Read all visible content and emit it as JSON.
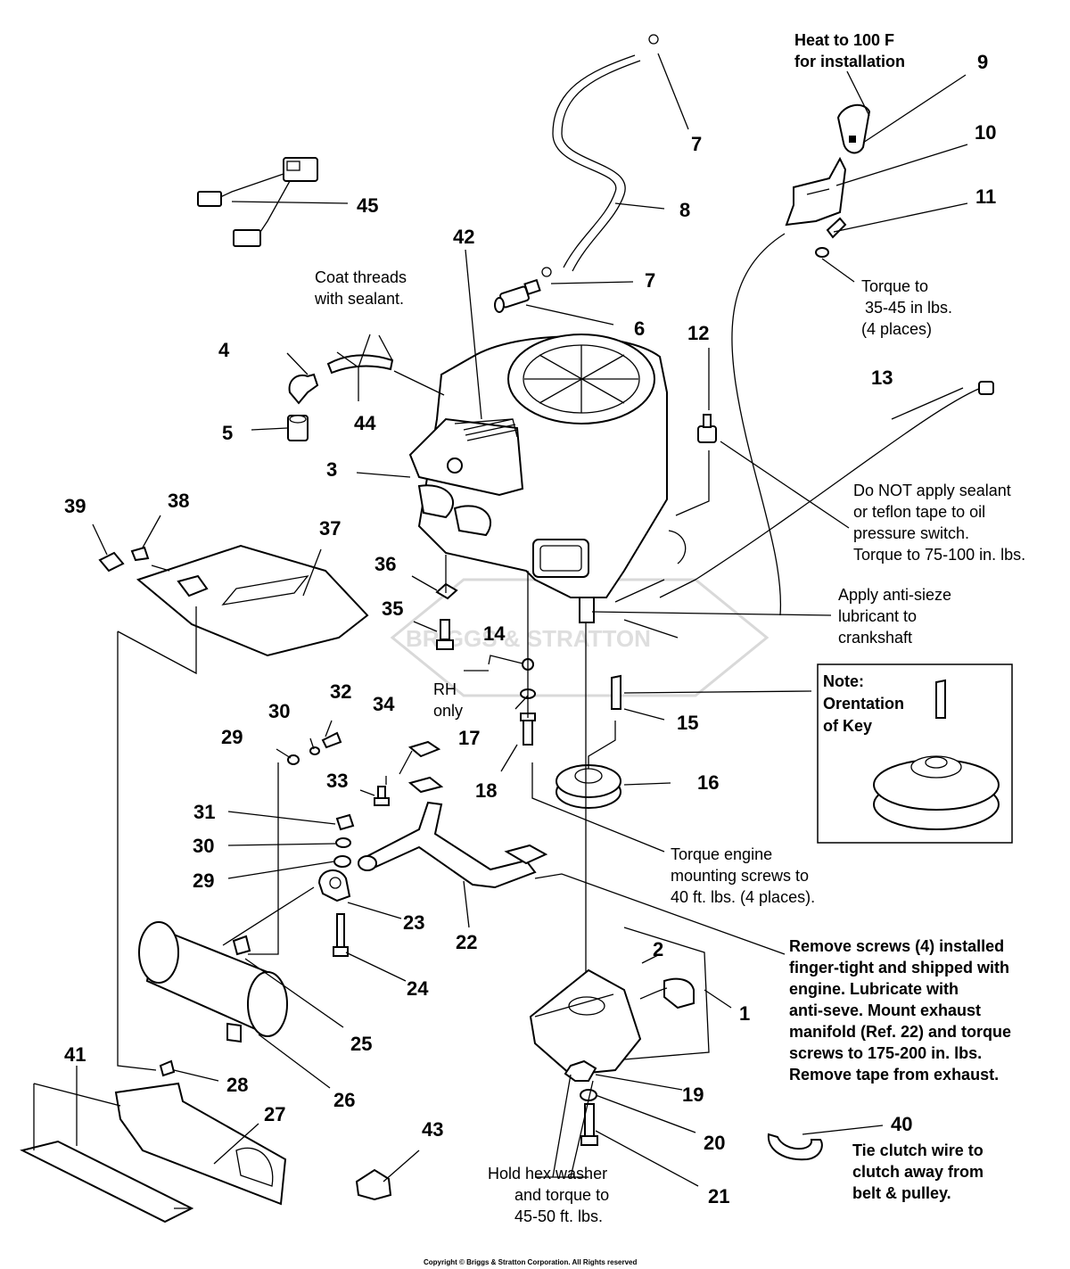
{
  "part_labels": {
    "p1": "1",
    "p2": "2",
    "p3": "3",
    "p4": "4",
    "p5": "5",
    "p6": "6",
    "p7a": "7",
    "p7b": "7",
    "p8": "8",
    "p9": "9",
    "p10": "10",
    "p11": "11",
    "p12": "12",
    "p13": "13",
    "p14": "14",
    "p15": "15",
    "p16": "16",
    "p17": "17",
    "p18": "18",
    "p19": "19",
    "p20": "20",
    "p21": "21",
    "p22": "22",
    "p23": "23",
    "p24": "24",
    "p25": "25",
    "p26": "26",
    "p27": "27",
    "p28": "28",
    "p29a": "29",
    "p29b": "29",
    "p30a": "30",
    "p30b": "30",
    "p31": "31",
    "p32": "32",
    "p33": "33",
    "p34": "34",
    "p35": "35",
    "p36": "36",
    "p37": "37",
    "p38": "38",
    "p39": "39",
    "p40": "40",
    "p41": "41",
    "p42": "42",
    "p43": "43",
    "p44": "44",
    "p45": "45"
  },
  "notes": {
    "heat_line1": "Heat to 100  F",
    "heat_line2": "for installation",
    "torque_11_line1": "Torque to",
    "torque_11_line2": "35-45 in lbs.",
    "torque_11_line3": "(4 places)",
    "coat_line1": "Coat threads",
    "coat_line2": "with sealant.",
    "sealant_line1": "Do NOT apply sealant",
    "sealant_line2": "or teflon tape to oil",
    "sealant_line3": "pressure switch.",
    "sealant_line4": "Torque to 75-100 in. lbs.",
    "antisieze_line1": "Apply anti-sieze",
    "antisieze_line2": "lubricant to",
    "antisieze_line3": "crankshaft",
    "rh_line1": "RH",
    "rh_line2": "only",
    "key_line1": "Note:",
    "key_line2": "Orentation",
    "key_line3": "of Key",
    "mount_line1": "Torque engine",
    "mount_line2": "mounting screws to",
    "mount_line3": "40 ft. lbs. (4 places).",
    "remove_line1": "Remove screws (4) installed",
    "remove_line2": "finger-tight and shipped with",
    "remove_line3": "engine. Lubricate with",
    "remove_line4": "anti-seve. Mount exhaust",
    "remove_line5": "manifold (Ref. 22) and torque",
    "remove_line6": "screws to 175-200 in. lbs.",
    "remove_line7": "Remove tape from exhaust.",
    "tie_line1": "Tie clutch wire to",
    "tie_line2": "clutch away from",
    "tie_line3": "belt & pulley.",
    "hex_line1": "Hold hex washer",
    "hex_line2": "and torque to",
    "hex_line3": "45-50 ft. lbs."
  },
  "watermark": "BRIGGS & STRATTON",
  "copyright": "Copyright © Briggs & Stratton Corporation. All Rights reserved"
}
